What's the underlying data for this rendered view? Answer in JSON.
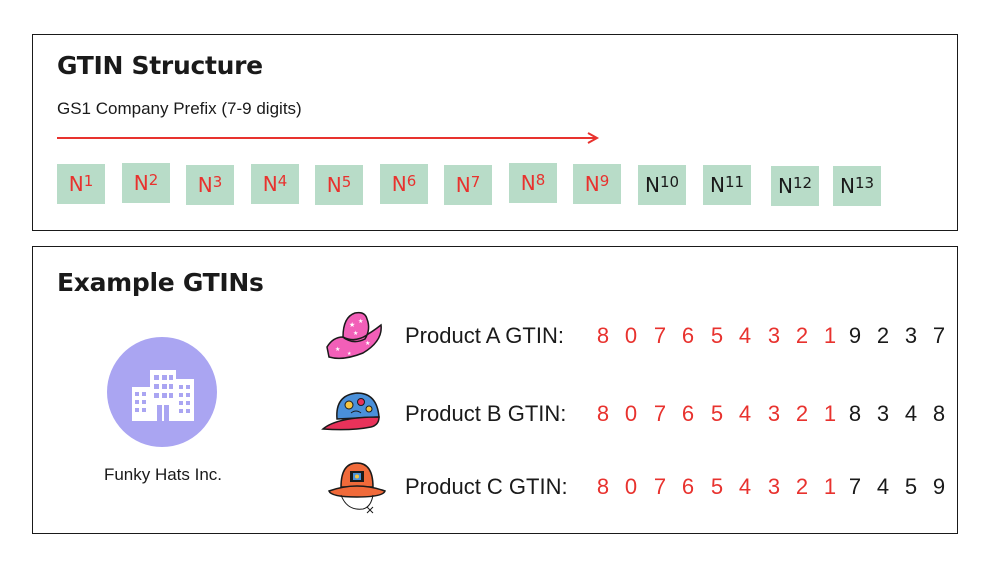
{
  "structure": {
    "title": "GTIN Structure",
    "prefix_label": "GS1 Company Prefix (7-9 digits)",
    "positions": [
      "N1",
      "N2",
      "N3",
      "N4",
      "N5",
      "N6",
      "N7",
      "N8",
      "N9",
      "N10",
      "N11",
      "N12",
      "N13"
    ],
    "prefix_count": 9
  },
  "examples": {
    "title": "Example GTINs",
    "company": {
      "name": "Funky Hats Inc.",
      "icon": "building-icon"
    },
    "products": [
      {
        "label": "Product A GTIN:",
        "icon": "pink-cowboy-hat-icon",
        "prefix": [
          "8",
          "0",
          "7",
          "6",
          "5",
          "4",
          "3",
          "2",
          "1"
        ],
        "rest": [
          "9",
          "2",
          "3",
          "7"
        ]
      },
      {
        "label": "Product B GTIN:",
        "icon": "blue-cap-icon",
        "prefix": [
          "8",
          "0",
          "7",
          "6",
          "5",
          "4",
          "3",
          "2",
          "1"
        ],
        "rest": [
          "8",
          "3",
          "4",
          "8"
        ]
      },
      {
        "label": "Product C GTIN:",
        "icon": "orange-bucket-hat-icon",
        "prefix": [
          "8",
          "0",
          "7",
          "6",
          "5",
          "4",
          "3",
          "2",
          "1"
        ],
        "rest": [
          "7",
          "4",
          "5",
          "9"
        ]
      }
    ]
  },
  "colors": {
    "prefix": "#e8322e",
    "box": "#b8dcc8",
    "logo": "#aaa5f2"
  }
}
